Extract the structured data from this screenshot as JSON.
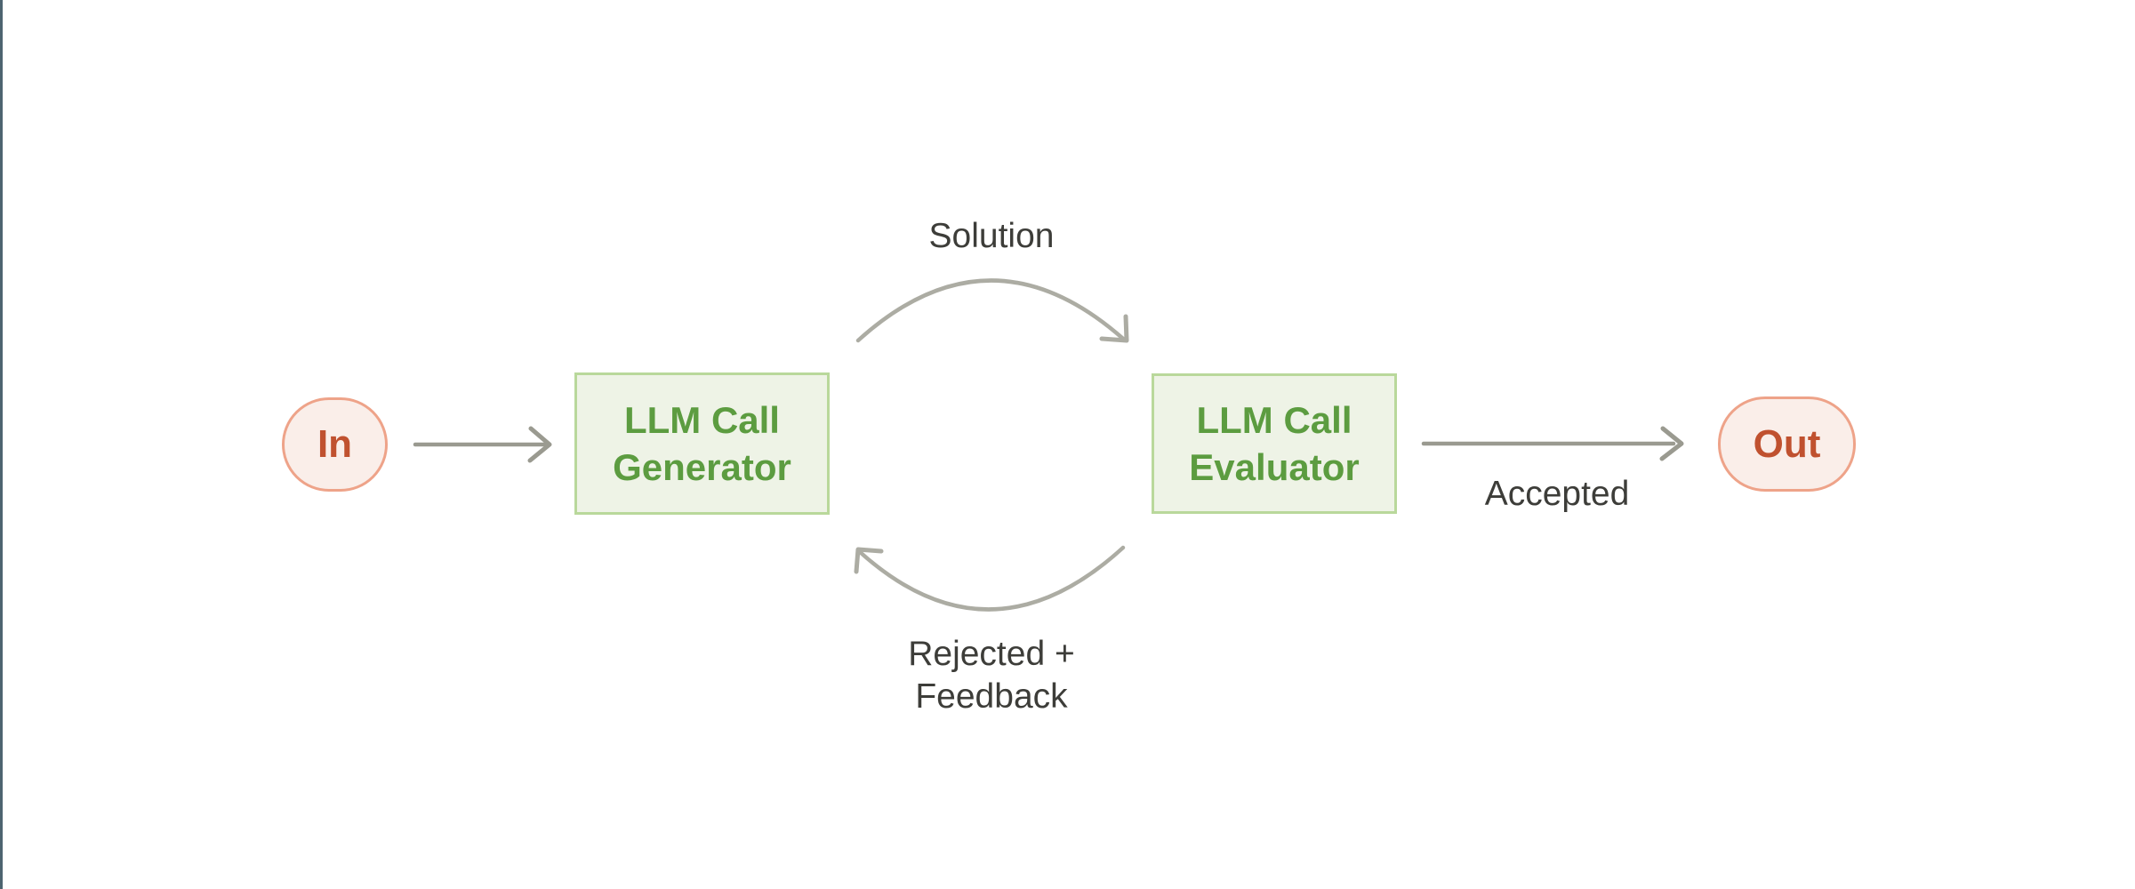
{
  "nodes": {
    "in": {
      "label": "In"
    },
    "generator": {
      "label": "LLM Call\nGenerator"
    },
    "evaluator": {
      "label": "LLM Call\nEvaluator"
    },
    "out": {
      "label": "Out"
    }
  },
  "edges": {
    "in_to_generator": {
      "label": ""
    },
    "generator_to_evaluator": {
      "label": "Solution"
    },
    "evaluator_to_generator": {
      "label": "Rejected +\nFeedback"
    },
    "evaluator_to_out": {
      "label": "Accepted"
    }
  },
  "colors": {
    "background": "#FFFFFF",
    "left_edge_line": "#4D6470",
    "node_green_fill": "#EEF3E6",
    "node_green_border": "#B9D89B",
    "node_green_text": "#5C9C40",
    "node_pink_fill": "#FAEEE9",
    "node_pink_border": "#EEA389",
    "node_pink_text": "#C0512F",
    "straight_arrow": "#9A9A90",
    "curved_arrow": "#ACACA3",
    "label_text": "#3D3D39"
  }
}
